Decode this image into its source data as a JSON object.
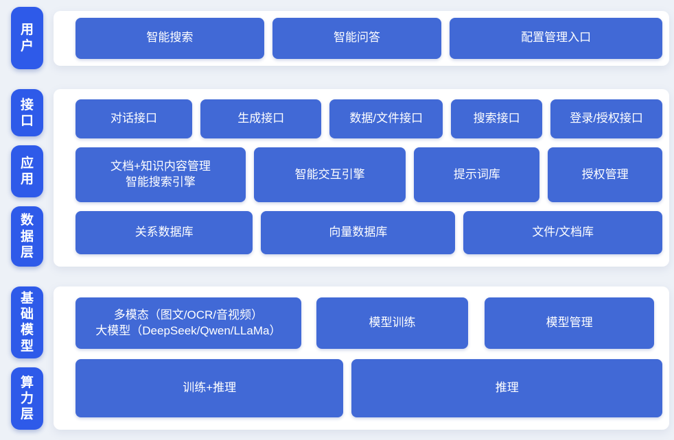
{
  "colors": {
    "background": "#edf1f7",
    "panel": "#ffffff",
    "pill": "#2e5ae9",
    "node": "#4169d6",
    "text": "#ffffff"
  },
  "bands": [
    {
      "name": "用户层",
      "pills": [
        {
          "label": "用户"
        }
      ],
      "rows": [
        {
          "nodes": [
            {
              "label": "智能搜索"
            },
            {
              "label": "智能问答"
            },
            {
              "label": "配置管理入口"
            }
          ]
        }
      ]
    },
    {
      "name": "接口/应用/数据层",
      "pills": [
        {
          "label": "接口"
        },
        {
          "label": "应用"
        },
        {
          "label": "数据层"
        }
      ],
      "rows": [
        {
          "nodes": [
            {
              "label": "对话接口"
            },
            {
              "label": "生成接口"
            },
            {
              "label": "数据/文件接口"
            },
            {
              "label": "搜索接口"
            },
            {
              "label": "登录/授权接口"
            }
          ]
        },
        {
          "nodes": [
            {
              "label": "文档+知识内容管理\n智能搜索引擎"
            },
            {
              "label": "智能交互引擎"
            },
            {
              "label": "提示词库"
            },
            {
              "label": "授权管理"
            }
          ]
        },
        {
          "nodes": [
            {
              "label": "关系数据库"
            },
            {
              "label": "向量数据库"
            },
            {
              "label": "文件/文档库"
            }
          ]
        }
      ]
    },
    {
      "name": "基础模型/算力层",
      "pills": [
        {
          "label": "基础模型"
        },
        {
          "label": "算力层"
        }
      ],
      "rows": [
        {
          "nodes": [
            {
              "label": "多模态（图文/OCR/音视频）\n大模型（DeepSeek/Qwen/LLaMa）"
            },
            {
              "label": "模型训练"
            },
            {
              "label": "模型管理"
            }
          ]
        },
        {
          "nodes": [
            {
              "label": "训练+推理"
            },
            {
              "label": "推理"
            }
          ]
        }
      ]
    }
  ]
}
